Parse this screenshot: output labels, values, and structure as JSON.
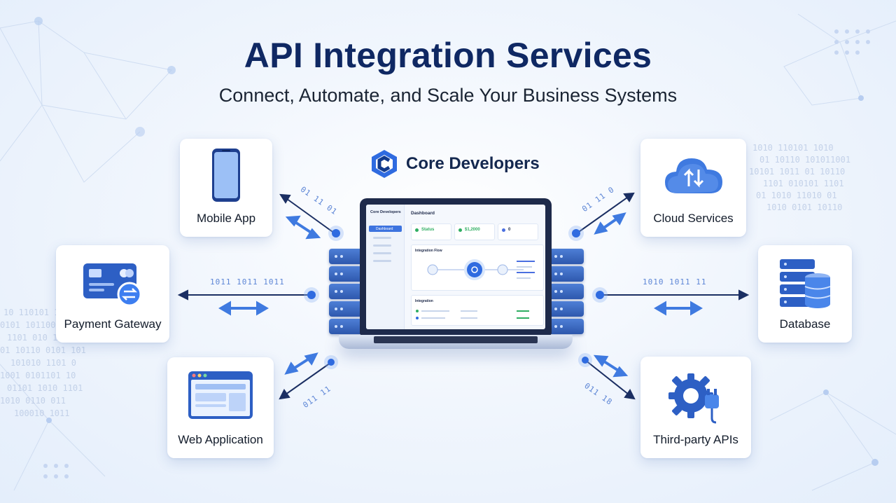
{
  "header": {
    "title": "API Integration Services",
    "subtitle": "Connect, Automate, and Scale Your Business Systems"
  },
  "brand": {
    "name": "Core Developers",
    "logo_icon": "hexagon-c-logo-icon"
  },
  "nodes": {
    "mobile": {
      "label": "Mobile App",
      "icon": "smartphone-icon"
    },
    "payment": {
      "label": "Payment Gateway",
      "icon": "credit-card-exchange-icon"
    },
    "web": {
      "label": "Web Application",
      "icon": "browser-window-icon"
    },
    "cloud": {
      "label": "Cloud Services",
      "icon": "cloud-sync-icon"
    },
    "database": {
      "label": "Database",
      "icon": "database-icon"
    },
    "third_party": {
      "label": "Third-party APIs",
      "icon": "gear-plug-icon"
    }
  },
  "dashboard": {
    "brand": "Core Developers",
    "heading": "Dashboard",
    "nav_active": "Dashboard",
    "stats": [
      {
        "value": "Status",
        "color": "#2fae62"
      },
      {
        "value": "$1,2000",
        "color": "#2fae62"
      },
      {
        "value": "0",
        "color": "#4a6fe0"
      }
    ],
    "flow_title": "Integration Flow",
    "list_title": "Integration"
  },
  "data_streams": {
    "top_left": "01 11 01",
    "mid_left": "1011 1011 1011",
    "bottom_left": "011 11",
    "top_right": "01 11 0",
    "mid_right": "1010 1011 11",
    "bottom_right": "011 18"
  },
  "colors": {
    "accent": "#2f6be0",
    "arrow": "#1b2f63",
    "title": "#0f2863"
  }
}
